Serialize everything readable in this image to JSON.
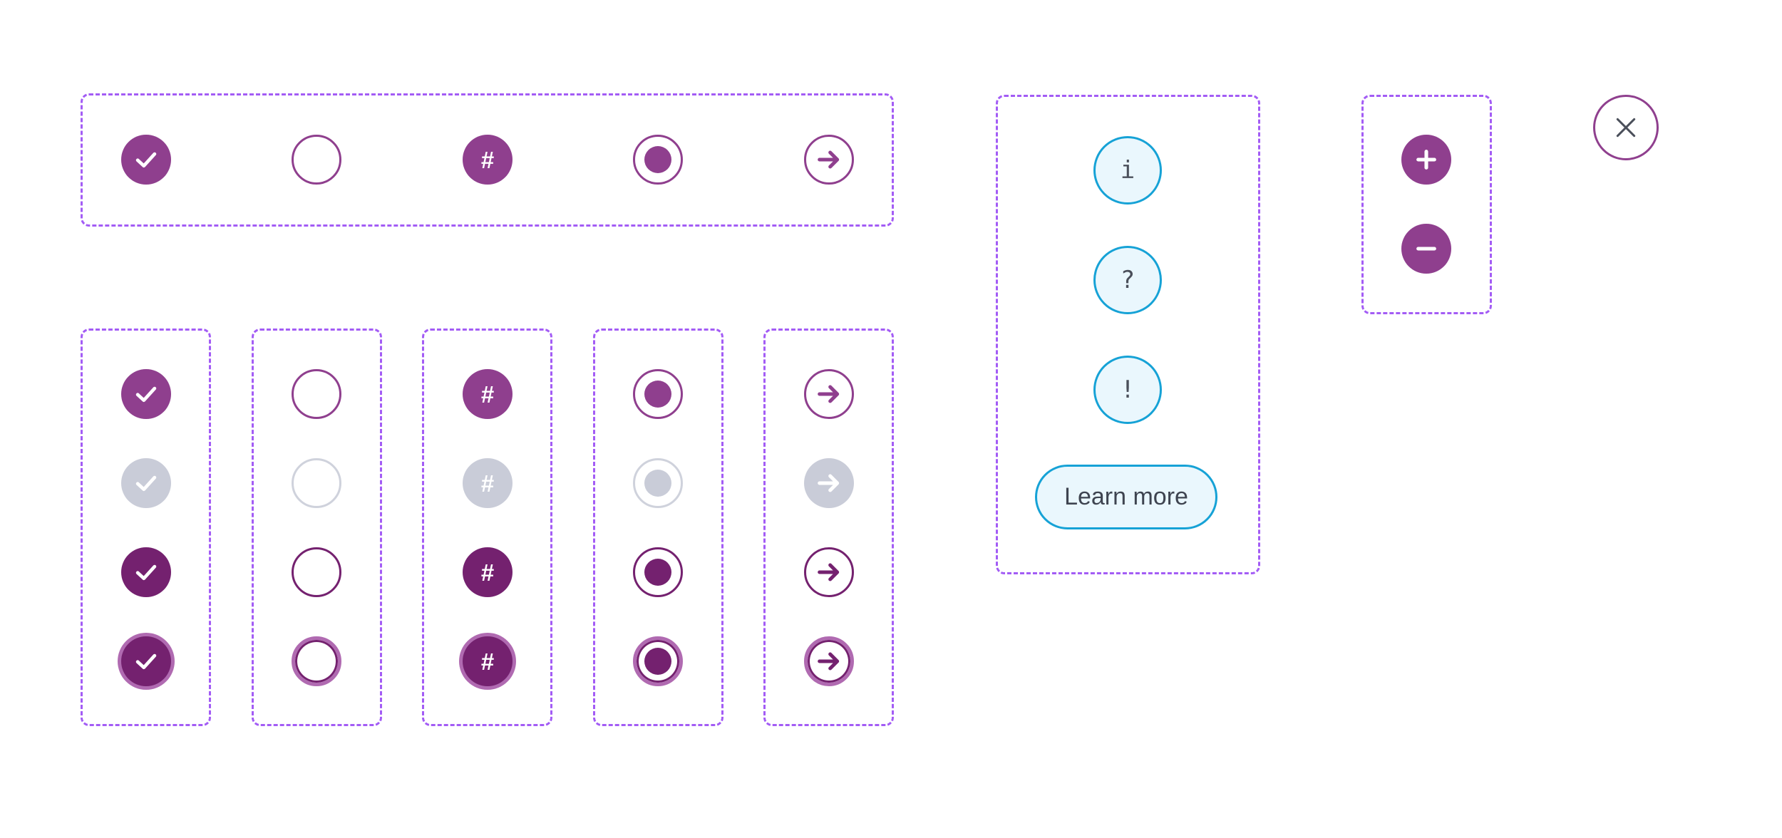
{
  "colors": {
    "accent": "#8f3f8e",
    "accent_dark": "#74216f",
    "focus_ring": "#b06ab1",
    "disabled": "#c9ccd8",
    "info_border": "#16a2d6",
    "info_fill": "#eaf7fd",
    "frame_dash": "#a35cf5"
  },
  "icons": {
    "check": "check-icon",
    "empty": "empty-circle-icon",
    "hash": "hash-icon",
    "radio": "radio-dot-icon",
    "arrow": "arrow-right-icon",
    "plus": "plus-icon",
    "minus": "minus-icon",
    "close": "close-icon"
  },
  "hash_symbol": "#",
  "states": [
    "default",
    "disabled",
    "hover",
    "focus"
  ],
  "info_buttons": [
    {
      "symbol": "i"
    },
    {
      "symbol": "?"
    },
    {
      "symbol": "!"
    }
  ],
  "learn_more": {
    "label": "Learn more"
  }
}
